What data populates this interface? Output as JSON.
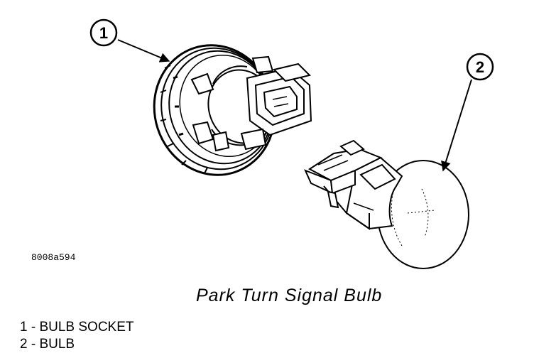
{
  "callouts": [
    {
      "number": "1"
    },
    {
      "number": "2"
    }
  ],
  "figure_code": "8008a594",
  "caption": "Park Turn Signal Bulb",
  "legend": [
    {
      "number": "1",
      "separator": " - ",
      "label": "BULB SOCKET"
    },
    {
      "number": "2",
      "separator": " - ",
      "label": "BULB"
    }
  ]
}
